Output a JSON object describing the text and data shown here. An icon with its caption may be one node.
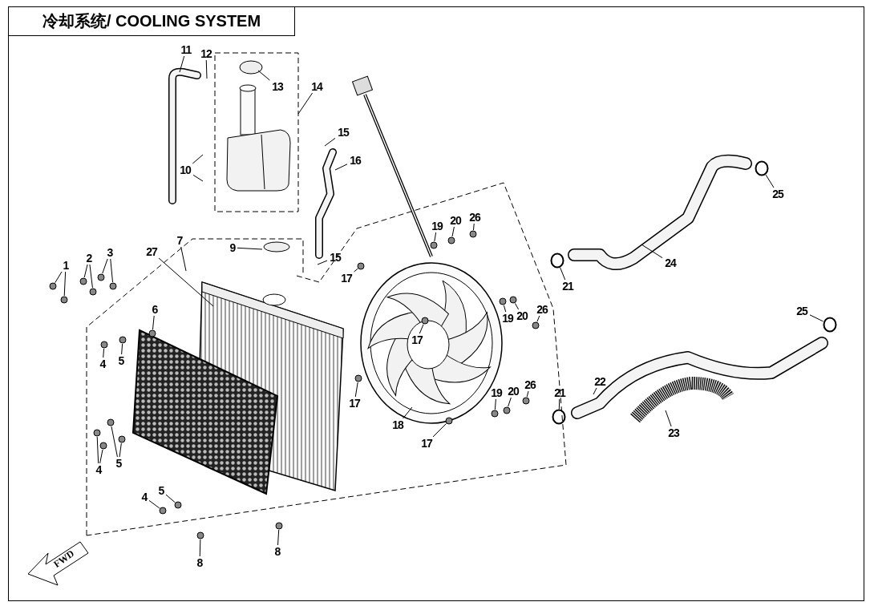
{
  "diagram": {
    "title": "冷却系统/ COOLING SYSTEM",
    "nodes": [
      {
        "text": [
          "11"
        ]
      },
      {
        "text": [
          "12"
        ]
      },
      {
        "text": [
          "13"
        ]
      },
      {
        "text": [
          "14"
        ]
      },
      {
        "text": [
          "15"
        ]
      },
      {
        "text": [
          "16"
        ]
      },
      {
        "text": [
          "10"
        ]
      },
      {
        "text": [
          "9"
        ]
      },
      {
        "text": [
          "15"
        ]
      },
      {
        "text": [
          "17"
        ]
      },
      {
        "text": [
          "27"
        ]
      },
      {
        "text": [
          "7"
        ]
      },
      {
        "text": [
          "1"
        ]
      },
      {
        "text": [
          "2"
        ]
      },
      {
        "text": [
          "3"
        ]
      },
      {
        "text": [
          "6"
        ]
      },
      {
        "text": [
          "4"
        ]
      },
      {
        "text": [
          "5"
        ]
      },
      {
        "text": [
          "4"
        ]
      },
      {
        "text": [
          "5"
        ]
      },
      {
        "text": [
          "4"
        ]
      },
      {
        "text": [
          "5"
        ]
      },
      {
        "text": [
          "8"
        ]
      },
      {
        "text": [
          "8"
        ]
      },
      {
        "text": [
          "19"
        ]
      },
      {
        "text": [
          "20"
        ]
      },
      {
        "text": [
          "26"
        ]
      },
      {
        "text": [
          "21"
        ]
      },
      {
        "text": [
          "24"
        ]
      },
      {
        "text": [
          "25"
        ]
      },
      {
        "text": [
          "17"
        ]
      },
      {
        "text": [
          "19"
        ]
      },
      {
        "text": [
          "20"
        ]
      },
      {
        "text": [
          "26"
        ]
      },
      {
        "text": [
          "25"
        ]
      },
      {
        "text": [
          "17"
        ]
      },
      {
        "text": [
          "18"
        ]
      },
      {
        "text": [
          "22"
        ]
      },
      {
        "text": [
          "21"
        ]
      },
      {
        "text": [
          "19"
        ]
      },
      {
        "text": [
          "20"
        ]
      },
      {
        "text": [
          "26"
        ]
      },
      {
        "text": [
          "17"
        ]
      },
      {
        "text": [
          "23"
        ]
      },
      {
        "text": [],
        "shape": "circle"
      },
      {
        "text": [],
        "shape": "circle"
      },
      {
        "text": [],
        "shape": "circle"
      },
      {
        "text": [],
        "shape": "circle"
      },
      {
        "text": [],
        "shape": "circle"
      },
      {
        "text": [],
        "shape": "circle"
      },
      {
        "text": [],
        "shape": "circle"
      },
      {
        "text": [],
        "shape": "circle"
      },
      {
        "text": [],
        "shape": "circle"
      },
      {
        "text": [],
        "shape": "circle"
      },
      {
        "text": [],
        "shape": "circle"
      },
      {
        "text": [],
        "shape": "circle"
      },
      {
        "text": [],
        "shape": "circle"
      },
      {
        "text": [],
        "shape": "circle"
      },
      {
        "text": [],
        "shape": "circle"
      },
      {
        "text": [],
        "shape": "circle"
      },
      {
        "text": [],
        "shape": "circle"
      },
      {
        "text": [],
        "shape": "circle"
      },
      {
        "text": [],
        "shape": "circle"
      },
      {
        "text": [],
        "shape": "circle"
      },
      {
        "text": [],
        "shape": "circle"
      },
      {
        "text": [],
        "shape": "circle"
      },
      {
        "text": [],
        "shape": "circle"
      },
      {
        "text": [],
        "shape": "circle"
      },
      {
        "text": [],
        "shape": "circle"
      },
      {
        "text": [],
        "shape": "circle"
      },
      {
        "text": [],
        "shape": "circle"
      },
      {
        "text": [],
        "shape": "circle"
      },
      {
        "text": [],
        "shape": "circle"
      },
      {
        "text": [],
        "shape": "circle"
      },
      {
        "text": [],
        "shape": "circle"
      },
      {
        "text": [],
        "shape": "circle"
      },
      {
        "text": [],
        "shape": "circle"
      },
      {
        "text": [],
        "shape": "circle"
      }
    ],
    "edges": [
      {
        "from": 0,
        "to": null,
        "arrow": "none"
      },
      {
        "from": 1,
        "to": null,
        "arrow": "none"
      },
      {
        "from": 2,
        "to": null,
        "arrow": "none"
      },
      {
        "from": 3,
        "to": null,
        "arrow": "none"
      },
      {
        "from": 4,
        "to": null,
        "arrow": "none"
      },
      {
        "from": 5,
        "to": null,
        "arrow": "none"
      },
      {
        "from": 6,
        "to": null,
        "arrow": "none"
      },
      {
        "from": 6,
        "to": null,
        "arrow": "none"
      },
      {
        "from": 7,
        "to": null,
        "arrow": "none"
      },
      {
        "from": 8,
        "to": null,
        "arrow": "none"
      },
      {
        "from": 9,
        "to": 44,
        "arrow": "none"
      },
      {
        "from": 10,
        "to": null,
        "arrow": "none"
      },
      {
        "from": 11,
        "to": null,
        "arrow": "none"
      },
      {
        "from": 12,
        "to": 45,
        "arrow": "none"
      },
      {
        "from": 12,
        "to": 46,
        "arrow": "none"
      },
      {
        "from": 13,
        "to": 47,
        "arrow": "none"
      },
      {
        "from": 13,
        "to": 48,
        "arrow": "none"
      },
      {
        "from": 14,
        "to": 49,
        "arrow": "none"
      },
      {
        "from": 14,
        "to": 50,
        "arrow": "none"
      },
      {
        "from": 15,
        "to": 51,
        "arrow": "none"
      },
      {
        "from": 16,
        "to": 52,
        "arrow": "none"
      },
      {
        "from": 17,
        "to": 53,
        "arrow": "none"
      },
      {
        "from": 18,
        "to": 54,
        "arrow": "none"
      },
      {
        "from": 18,
        "to": 55,
        "arrow": "none"
      },
      {
        "from": 19,
        "to": 56,
        "arrow": "none"
      },
      {
        "from": 19,
        "to": 57,
        "arrow": "none"
      },
      {
        "from": 20,
        "to": 58,
        "arrow": "none"
      },
      {
        "from": 21,
        "to": 59,
        "arrow": "none"
      },
      {
        "from": 22,
        "to": 60,
        "arrow": "none"
      },
      {
        "from": 23,
        "to": 61,
        "arrow": "none"
      },
      {
        "from": 24,
        "to": 62,
        "arrow": "none"
      },
      {
        "from": 25,
        "to": 63,
        "arrow": "none"
      },
      {
        "from": 26,
        "to": 64,
        "arrow": "none"
      },
      {
        "from": 27,
        "to": 74,
        "arrow": "none"
      },
      {
        "from": 28,
        "to": null,
        "arrow": "none"
      },
      {
        "from": 29,
        "to": 76,
        "arrow": "none"
      },
      {
        "from": 30,
        "to": 65,
        "arrow": "none"
      },
      {
        "from": 31,
        "to": 66,
        "arrow": "none"
      },
      {
        "from": 32,
        "to": 67,
        "arrow": "none"
      },
      {
        "from": 33,
        "to": 68,
        "arrow": "none"
      },
      {
        "from": 34,
        "to": 77,
        "arrow": "none"
      },
      {
        "from": 35,
        "to": 69,
        "arrow": "none"
      },
      {
        "from": 36,
        "to": null,
        "arrow": "none"
      },
      {
        "from": 37,
        "to": null,
        "arrow": "none"
      },
      {
        "from": 38,
        "to": 75,
        "arrow": "none"
      },
      {
        "from": 39,
        "to": 70,
        "arrow": "none"
      },
      {
        "from": 40,
        "to": 71,
        "arrow": "none"
      },
      {
        "from": 41,
        "to": 72,
        "arrow": "none"
      },
      {
        "from": 42,
        "to": 73,
        "arrow": "none"
      },
      {
        "from": 43,
        "to": null,
        "arrow": "none"
      }
    ],
    "labels": [
      "FWD"
    ]
  }
}
